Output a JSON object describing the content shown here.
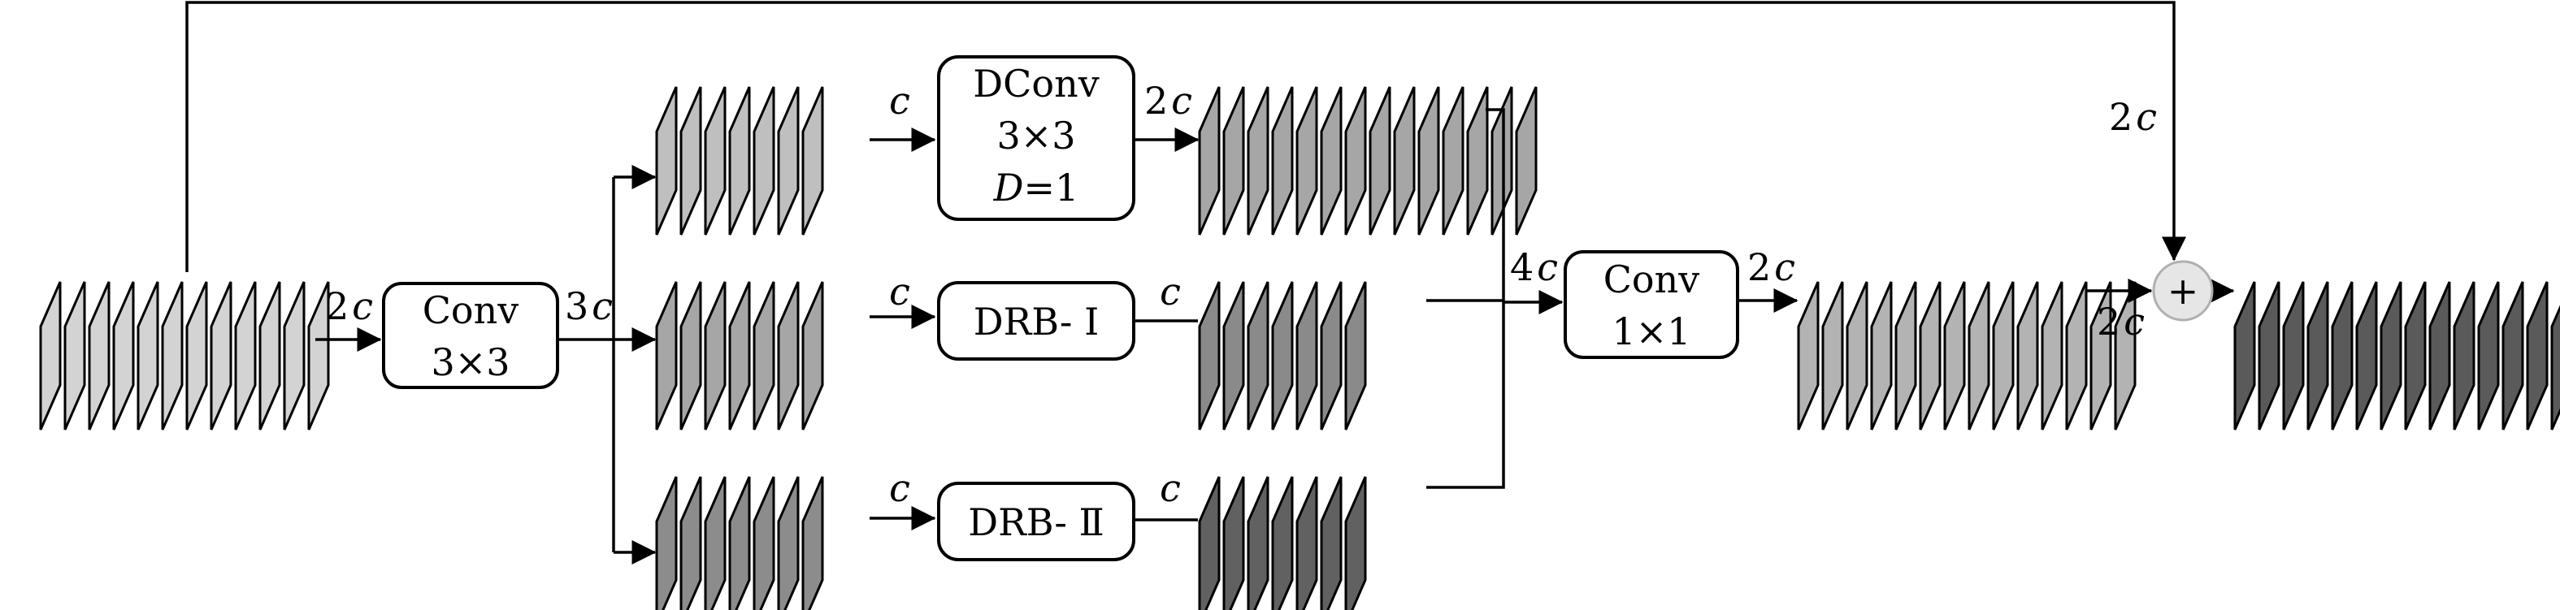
{
  "colors": {
    "input": "#d3d3d3",
    "branch_light": "#bfbfbf",
    "branch_mid": "#a6a6a6",
    "branch_dark": "#8c8c8c",
    "out_mid": "#8a8a8a",
    "out_dark": "#616161",
    "conv1_out": "#b3b3b3",
    "final": "#5a5a5a",
    "plus": "#e6e6e6"
  },
  "blocks": {
    "conv3": {
      "line1": "Conv",
      "line2": "3×3"
    },
    "dconv": {
      "line1": "DConv",
      "line2": "3×3",
      "line3_var": "D",
      "line3_rest": "=1"
    },
    "drb1": {
      "label": "DRB- Ⅰ"
    },
    "drb2": {
      "label": "DRB- Ⅱ"
    },
    "conv1": {
      "line1": "Conv",
      "line2": "1×1"
    }
  },
  "channels": {
    "input": {
      "num": "2",
      "var": "c"
    },
    "conv3_out": {
      "num": "3",
      "var": "c"
    },
    "branch1_in": {
      "num": "",
      "var": "c"
    },
    "branch2_in": {
      "num": "",
      "var": "c"
    },
    "branch3_in": {
      "num": "",
      "var": "c"
    },
    "dconv_out": {
      "num": "2",
      "var": "c"
    },
    "drb1_out": {
      "num": "",
      "var": "c"
    },
    "drb2_out": {
      "num": "",
      "var": "c"
    },
    "concat": {
      "num": "4",
      "var": "c"
    },
    "conv1_out": {
      "num": "2",
      "var": "c"
    },
    "skip": {
      "num": "2",
      "var": "c"
    },
    "add_in": {
      "num": "2",
      "var": "c"
    }
  },
  "plus_symbol": "+"
}
